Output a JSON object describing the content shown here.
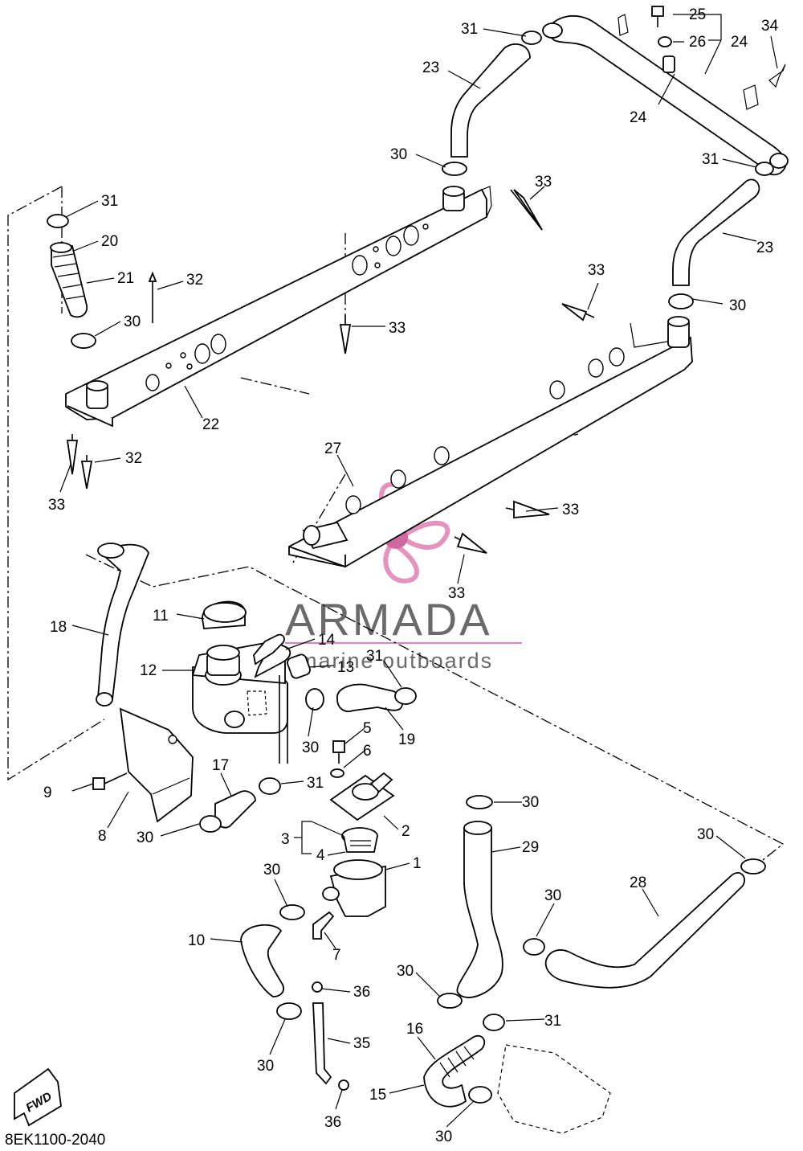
{
  "diagram_code": "8EK1100-2040",
  "fwd_label": "FWD",
  "watermark": {
    "brand": "ARMADA",
    "tagline": "marine outboards",
    "colors": {
      "brand_text": "#6a6a6a",
      "logo_pink": "#e07fb3",
      "logo_dark": "#c85090"
    }
  },
  "callout_numbers": [
    "1",
    "2",
    "3",
    "4",
    "5",
    "6",
    "7",
    "8",
    "9",
    "10",
    "11",
    "12",
    "13",
    "14",
    "15",
    "16",
    "17",
    "18",
    "19",
    "20",
    "21",
    "22",
    "23",
    "24",
    "25",
    "26",
    "27",
    "28",
    "29",
    "30",
    "31",
    "32",
    "33",
    "34",
    "35",
    "36"
  ]
}
